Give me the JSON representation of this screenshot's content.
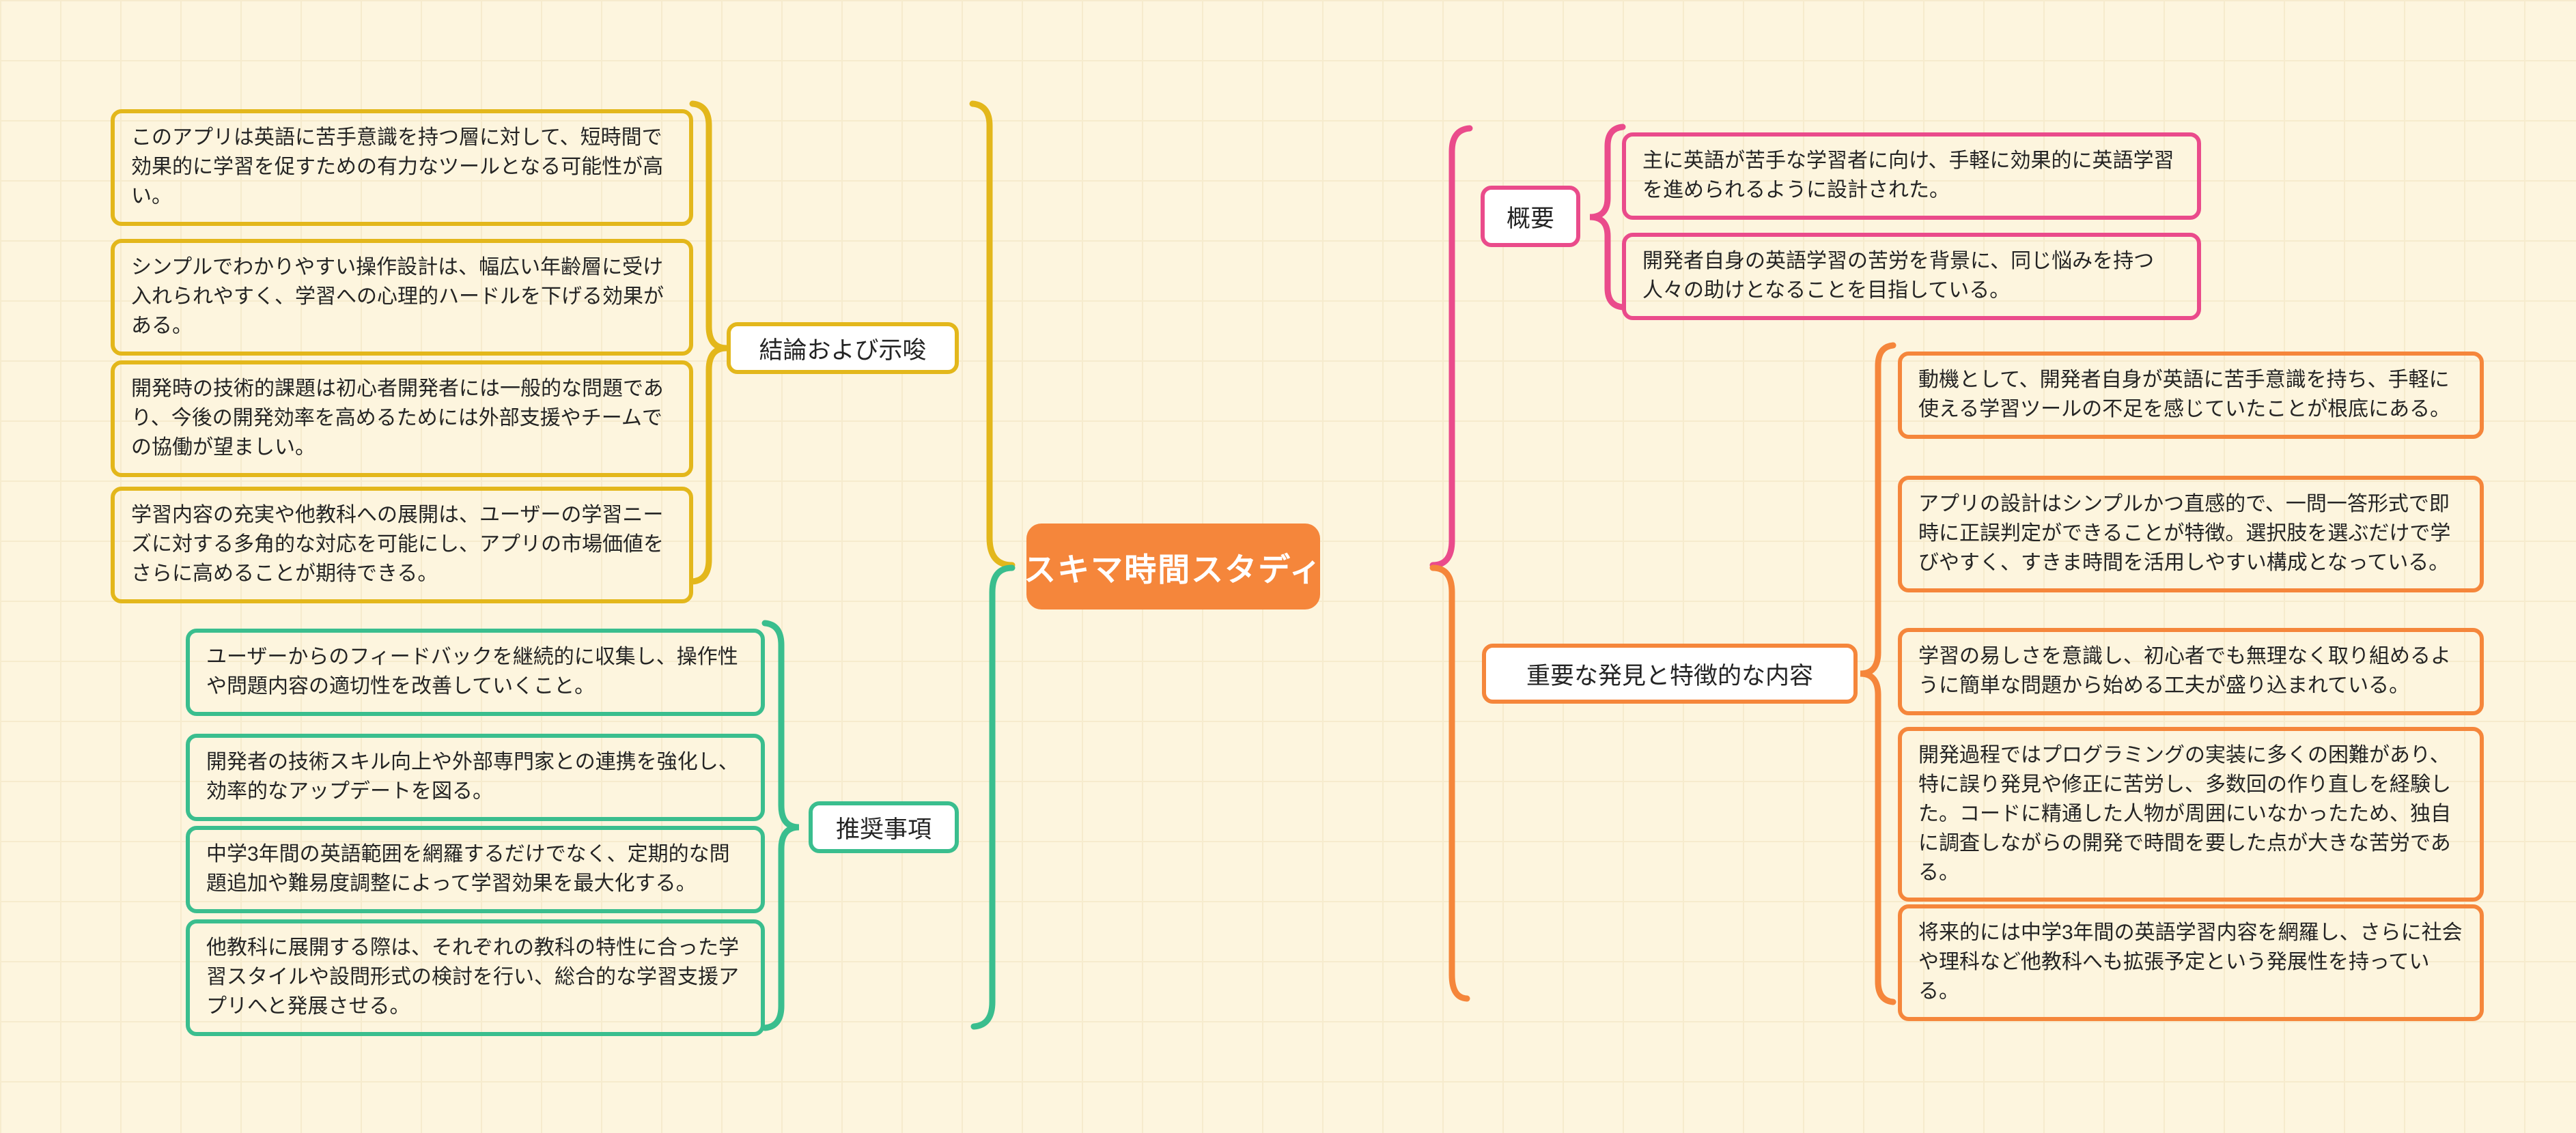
{
  "canvas": {
    "background": "#FDF5DE",
    "grid_line": "#F6EBCD"
  },
  "central_topic": {
    "text": "スキマ時間スタディ",
    "bg": "#F5863B",
    "text_color": "#FFFFFF"
  },
  "branches": [
    {
      "key": "conclusions",
      "label": "結論および示唆",
      "color": "#E3B71B",
      "items": [
        "このアプリは英語に苦手意識を持つ層に対して、短時間で効果的に学習を促すための有力なツールとなる可能性が高い。",
        "シンプルでわかりやすい操作設計は、幅広い年齢層に受け入れられやすく、学習への心理的ハードルを下げる効果がある。",
        "開発時の技術的課題は初心者開発者には一般的な問題であり、今後の開発効率を高めるためには外部支援やチームでの協働が望ましい。",
        "学習内容の充実や他教科への展開は、ユーザーの学習ニーズに対する多角的な対応を可能にし、アプリの市場価値をさらに高めることが期待できる。"
      ]
    },
    {
      "key": "recommendations",
      "label": "推奨事項",
      "color": "#3ABE8E",
      "items": [
        "ユーザーからのフィードバックを継続的に収集し、操作性や問題内容の適切性を改善していくこと。",
        "開発者の技術スキル向上や外部専門家との連携を強化し、効率的なアップデートを図る。",
        "中学3年間の英語範囲を網羅するだけでなく、定期的な問題追加や難易度調整によって学習効果を最大化する。",
        "他教科に展開する際は、それぞれの教科の特性に合った学習スタイルや設問形式の検討を行い、総合的な学習支援アプリへと発展させる。"
      ]
    },
    {
      "key": "overview",
      "label": "概要",
      "color": "#EA4B8B",
      "items": [
        "主に英語が苦手な学習者に向け、手軽に効果的に英語学習を進められるように設計された。",
        "開発者自身の英語学習の苦労を背景に、同じ悩みを持つ人々の助けとなることを目指している。"
      ]
    },
    {
      "key": "findings",
      "label": "重要な発見と特徴的な内容",
      "color": "#F5863B",
      "items": [
        "動機として、開発者自身が英語に苦手意識を持ち、手軽に使える学習ツールの不足を感じていたことが根底にある。",
        "アプリの設計はシンプルかつ直感的で、一問一答形式で即時に正誤判定ができることが特徴。選択肢を選ぶだけで学びやすく、すきま時間を活用しやすい構成となっている。",
        "学習の易しさを意識し、初心者でも無理なく取り組めるように簡単な問題から始める工夫が盛り込まれている。",
        "開発過程ではプログラミングの実装に多くの困難があり、特に誤り発見や修正に苦労し、多数回の作り直しを経験した。コードに精通した人物が周囲にいなかったため、独自に調査しながらの開発で時間を要した点が大きな苦労である。",
        "将来的には中学3年間の英語学習内容を網羅し、さらに社会や理科など他教科へも拡張予定という発展性を持っている。"
      ]
    }
  ]
}
